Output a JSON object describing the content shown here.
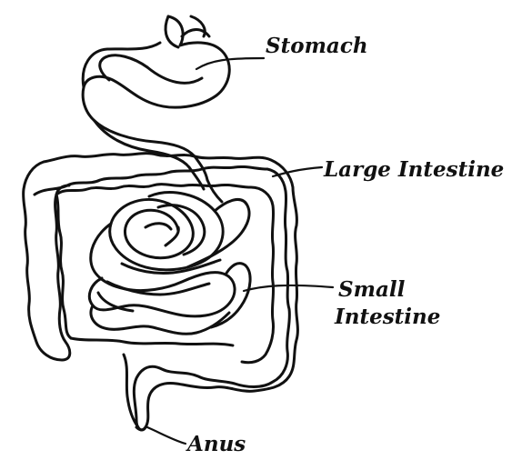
{
  "labels": {
    "stomach": "Stomach",
    "large_intestine": "Large Intestine",
    "small_intestine_line1": "Small",
    "small_intestine_line2": "Intestine",
    "anus": "Anus"
  },
  "colors": {
    "ink": "#111111",
    "background": "#ffffff"
  }
}
